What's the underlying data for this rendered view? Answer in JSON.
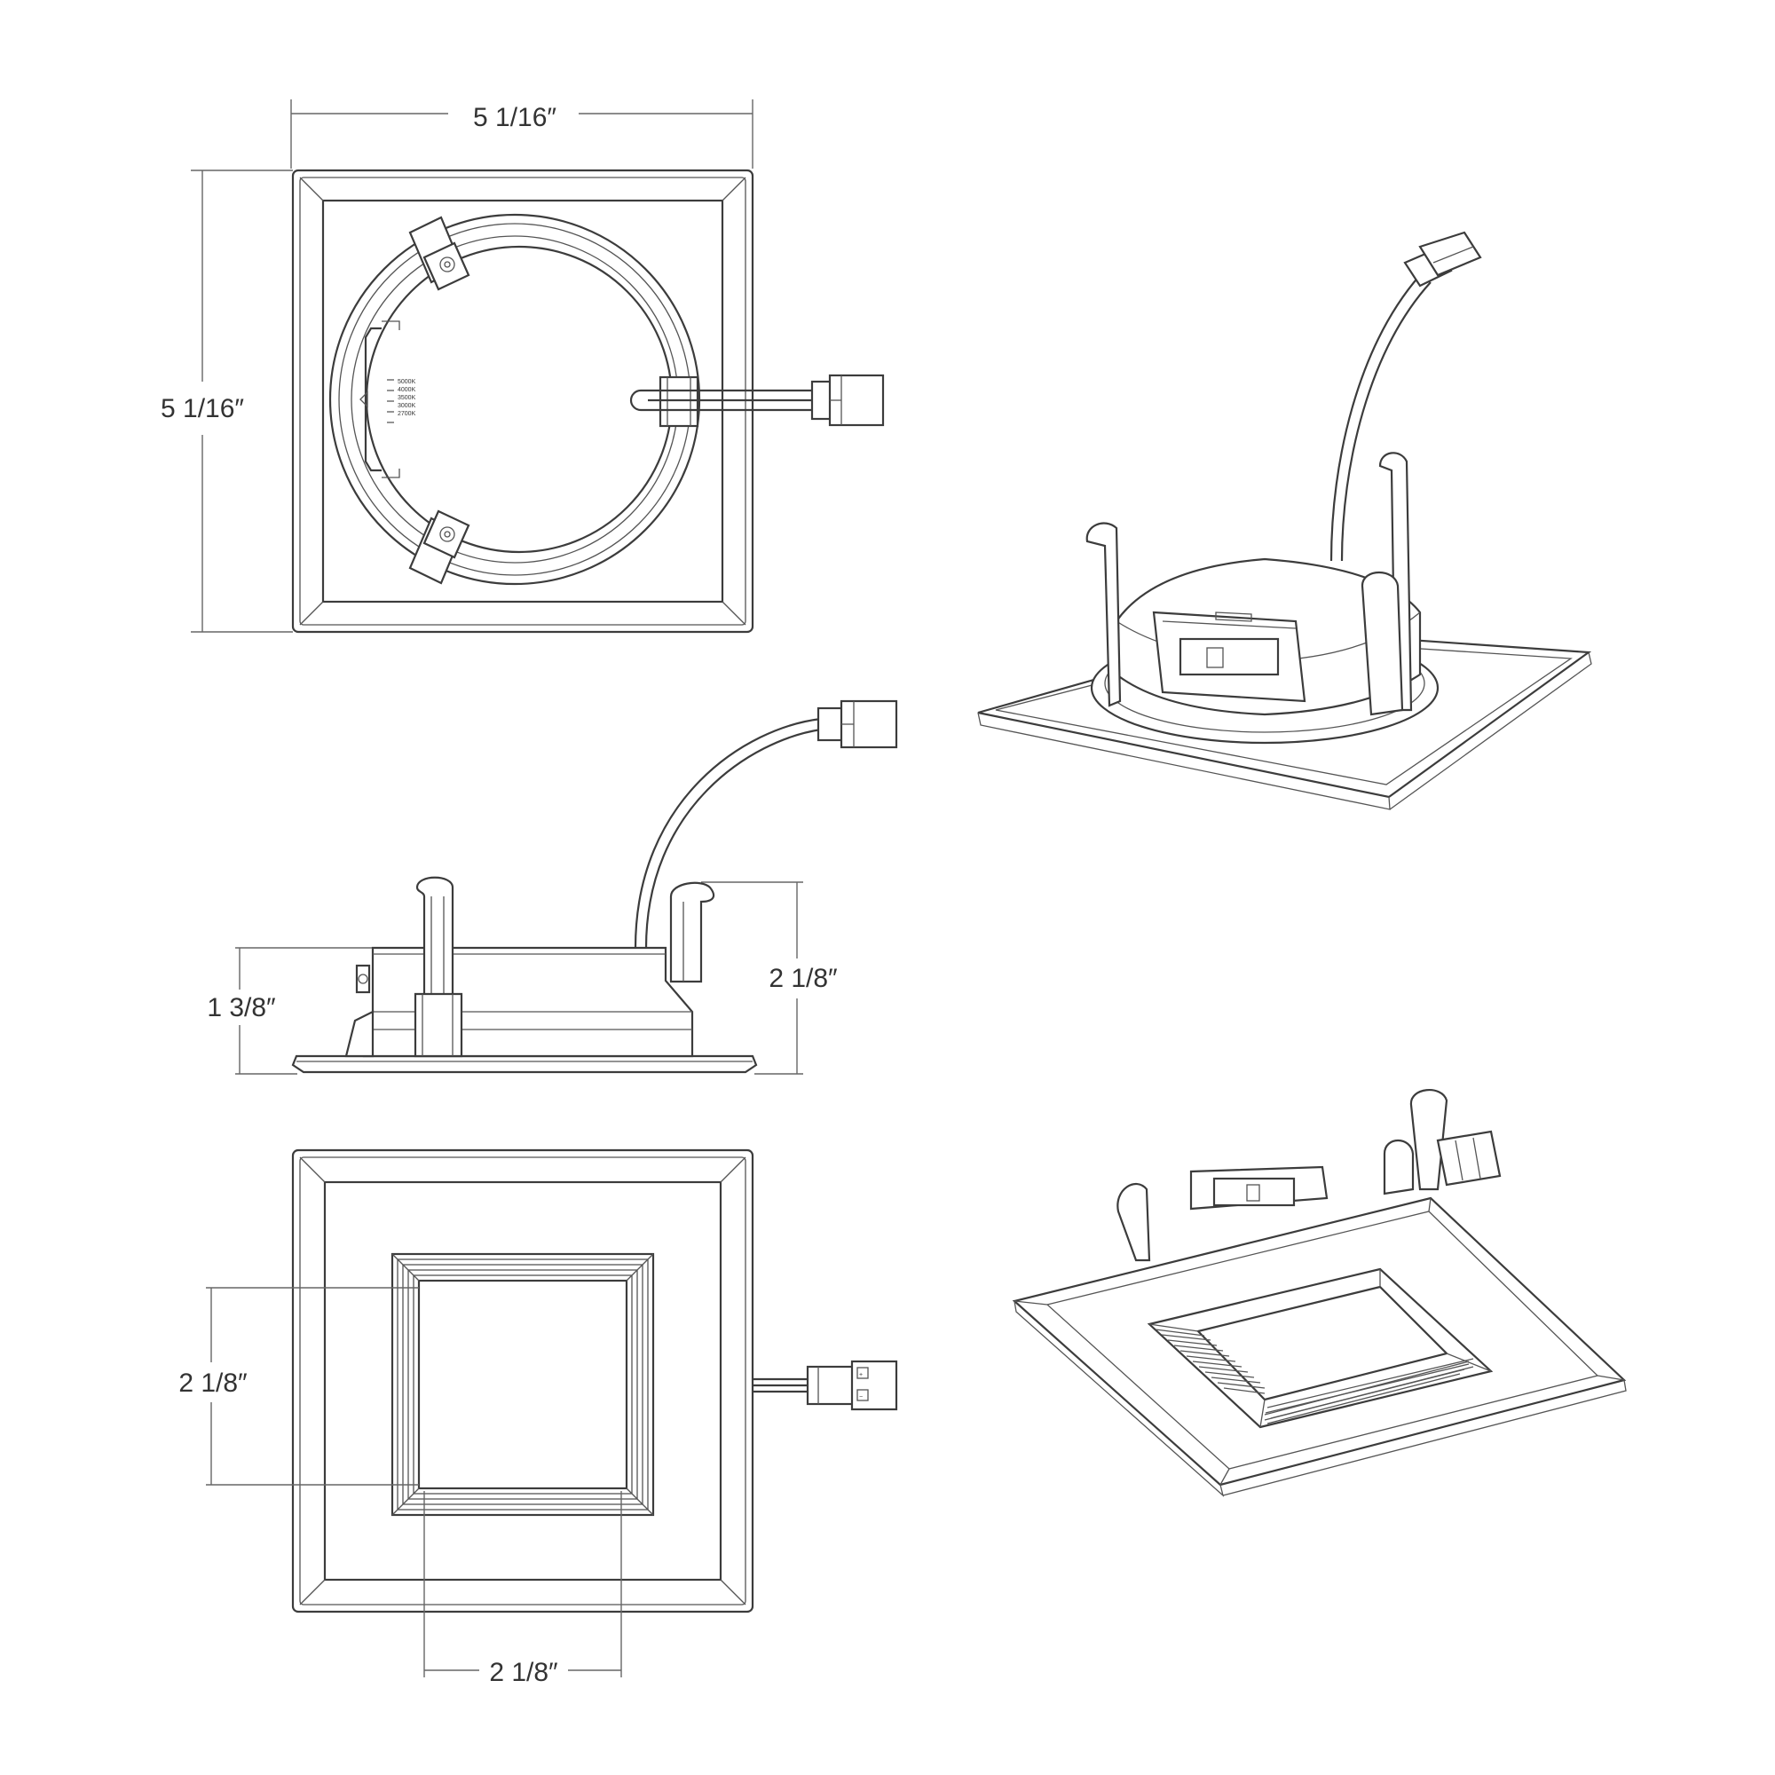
{
  "dimensions": {
    "top_width": "5 1/16″",
    "top_height": "5 1/16″",
    "side_total_height": "2 1/8″",
    "side_trim_height": "1 3/8″",
    "aperture_height": "2 1/8″",
    "aperture_width": "2 1/8″"
  },
  "cct_labels": [
    "5000K",
    "4000K",
    "3500K",
    "3000K",
    "2700K"
  ],
  "colors": {
    "line": "#3c3c3c",
    "dimension": "#666666",
    "background": "#ffffff"
  }
}
